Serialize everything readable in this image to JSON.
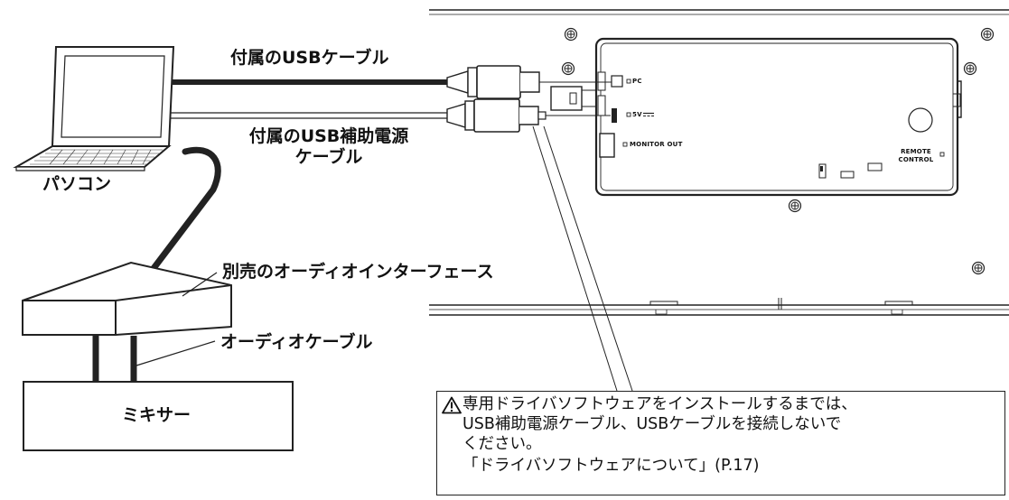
{
  "labels": {
    "usb_cable": "付属のUSBケーブル",
    "usb_power_cable_line1": "付属のUSB補助電源",
    "usb_power_cable_line2": "ケーブル",
    "pc": "パソコン",
    "audio_interface": "別売のオーディオインターフェース",
    "audio_cable": "オーディオケーブル",
    "mixer": "ミキサー"
  },
  "panel": {
    "port_pc": "PC",
    "port_5v": "5V",
    "port_monitor_out": "MONITOR OUT",
    "remote_line1": "REMOTE",
    "remote_line2": "CONTROL"
  },
  "caution": {
    "line1": "専用ドライバソフトウェアをインストールするまでは、",
    "line2": "USB補助電源ケーブル、USBケーブルを接続しないで",
    "line3": "ください。",
    "line4": "「ドライバソフトウェアについて」(P.17)"
  },
  "icons": {
    "warning": "warning-triangle-icon",
    "screw": "screw-icon"
  }
}
